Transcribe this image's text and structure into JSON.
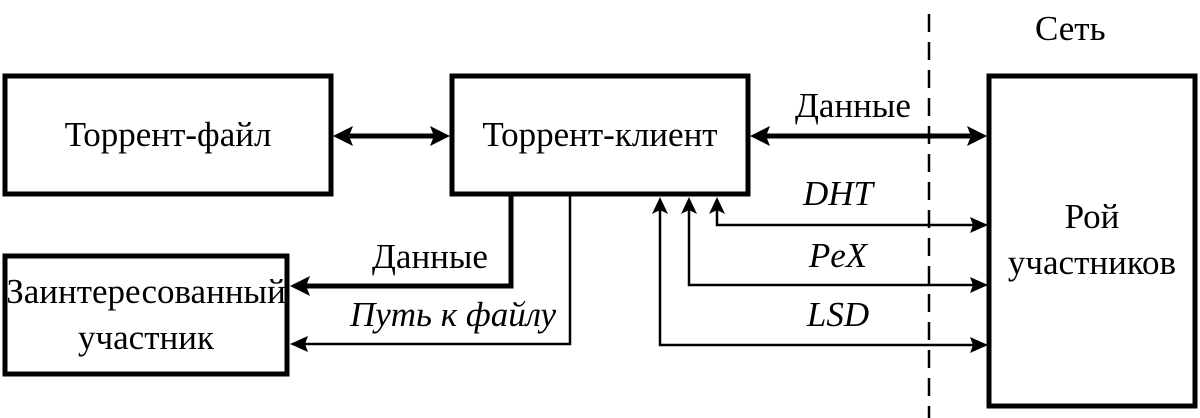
{
  "diagram": {
    "network_label": "Сеть",
    "nodes": {
      "torrent_file": "Торрент-файл",
      "torrent_client": "Торрент-клиент",
      "interested_peer_line1": "Заинтересованный",
      "interested_peer_line2": "участник",
      "swarm_line1": "Рой",
      "swarm_line2": "участников"
    },
    "edges": {
      "client_swarm_data": "Данные",
      "client_peer_data": "Данные",
      "peer_file_path": "Путь к файлу",
      "dht": "DHT",
      "pex": "PeX",
      "lsd": "LSD"
    }
  }
}
